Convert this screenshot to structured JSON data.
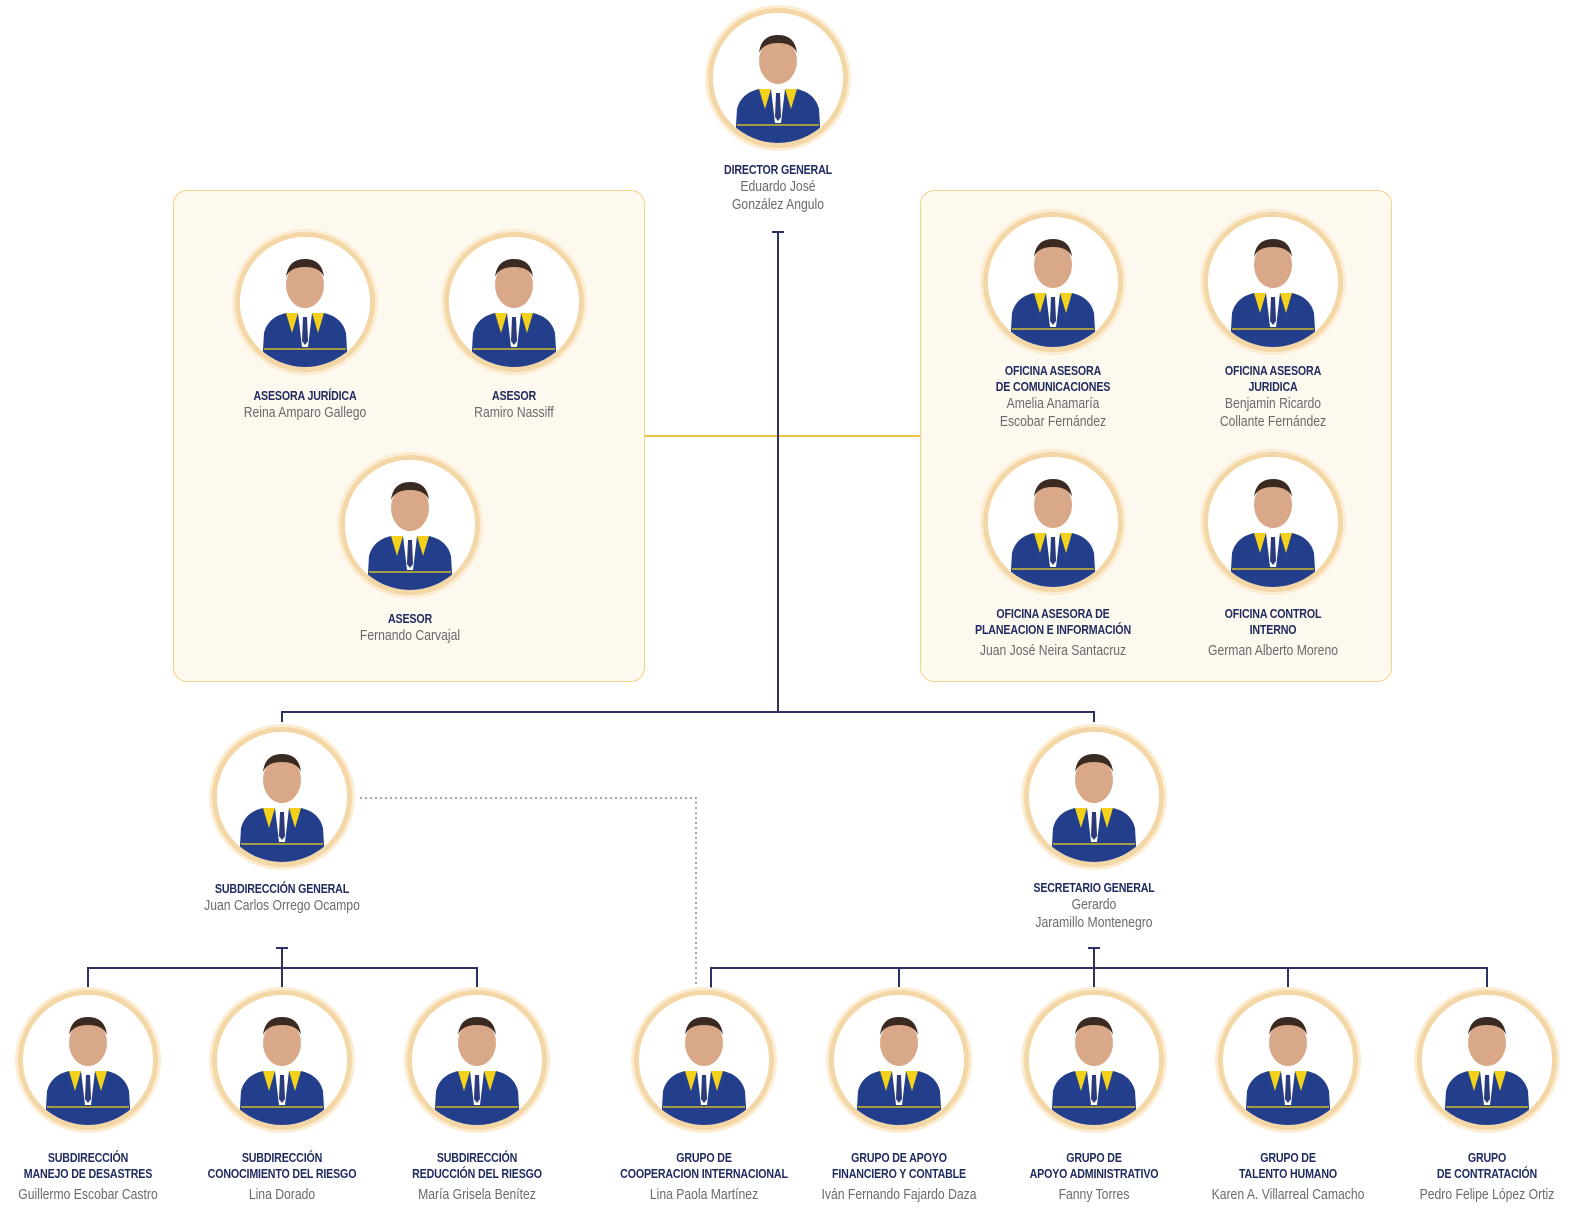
{
  "director": {
    "title": "DIRECTOR GENERAL",
    "name": [
      "Eduardo José",
      "González Angulo"
    ]
  },
  "left_advisors": [
    {
      "title": [
        "ASESORA JURÍDICA"
      ],
      "name": [
        "Reina Amparo Gallego"
      ]
    },
    {
      "title": [
        "ASESOR"
      ],
      "name": [
        "Ramiro Nassiff"
      ]
    },
    {
      "title": [
        "ASESOR"
      ],
      "name": [
        "Fernando Carvajal"
      ]
    }
  ],
  "right_offices": [
    {
      "title": [
        "OFICINA ASESORA",
        "DE COMUNICACIONES"
      ],
      "name": [
        "Amelia Anamaría",
        "Escobar Fernández"
      ]
    },
    {
      "title": [
        "OFICINA ASESORA",
        "JURIDICA"
      ],
      "name": [
        "Benjamin Ricardo",
        "Collante Fernández"
      ]
    },
    {
      "title": [
        "OFICINA ASESORA DE",
        "PLANEACION E INFORMACIÓN"
      ],
      "name": [
        "Juan José Neira Santacruz"
      ]
    },
    {
      "title": [
        "OFICINA CONTROL",
        "INTERNO"
      ],
      "name": [
        "German Alberto Moreno"
      ]
    }
  ],
  "subdireccion_general": {
    "title": "SUBDIRECCIÓN GENERAL",
    "name": [
      "Juan Carlos Orrego Ocampo"
    ]
  },
  "secretario_general": {
    "title": "SECRETARIO GENERAL",
    "name": [
      "Gerardo",
      "Jaramillo Montenegro"
    ]
  },
  "sub_units": [
    {
      "title": [
        "SUBDIRECCIÓN",
        "MANEJO DE DESASTRES"
      ],
      "name": [
        "Guillermo Escobar Castro"
      ]
    },
    {
      "title": [
        "SUBDIRECCIÓN",
        "CONOCIMIENTO DEL RIESGO"
      ],
      "name": [
        "Lina Dorado"
      ]
    },
    {
      "title": [
        "SUBDIRECCIÓN",
        "REDUCCIÓN DEL RIESGO"
      ],
      "name": [
        "María Grisela Benítez"
      ]
    }
  ],
  "groups": [
    {
      "title": [
        "GRUPO DE",
        "COOPERACION INTERNACIONAL"
      ],
      "name": [
        "Lina Paola Martínez"
      ]
    },
    {
      "title": [
        "GRUPO DE APOYO",
        "FINANCIERO Y CONTABLE"
      ],
      "name": [
        "Iván Fernando Fajardo Daza"
      ]
    },
    {
      "title": [
        "GRUPO DE",
        "APOYO ADMINISTRATIVO"
      ],
      "name": [
        "Fanny Torres"
      ]
    },
    {
      "title": [
        "GRUPO DE",
        "TALENTO HUMANO"
      ],
      "name": [
        "Karen A. Villarreal Camacho"
      ]
    },
    {
      "title": [
        "GRUPO",
        "DE CONTRATACIÓN"
      ],
      "name": [
        "Pedro Felipe López Ortiz"
      ]
    }
  ],
  "colors": {
    "navy": "#1f2a5e",
    "gold": "#e8c33d",
    "vest_blue": "#233e8a",
    "vest_yellow": "#f4d21c",
    "ring": "#f4d7a6",
    "panel_bg": "#fdf9ef"
  },
  "icons": {
    "photo": "person-photo"
  }
}
